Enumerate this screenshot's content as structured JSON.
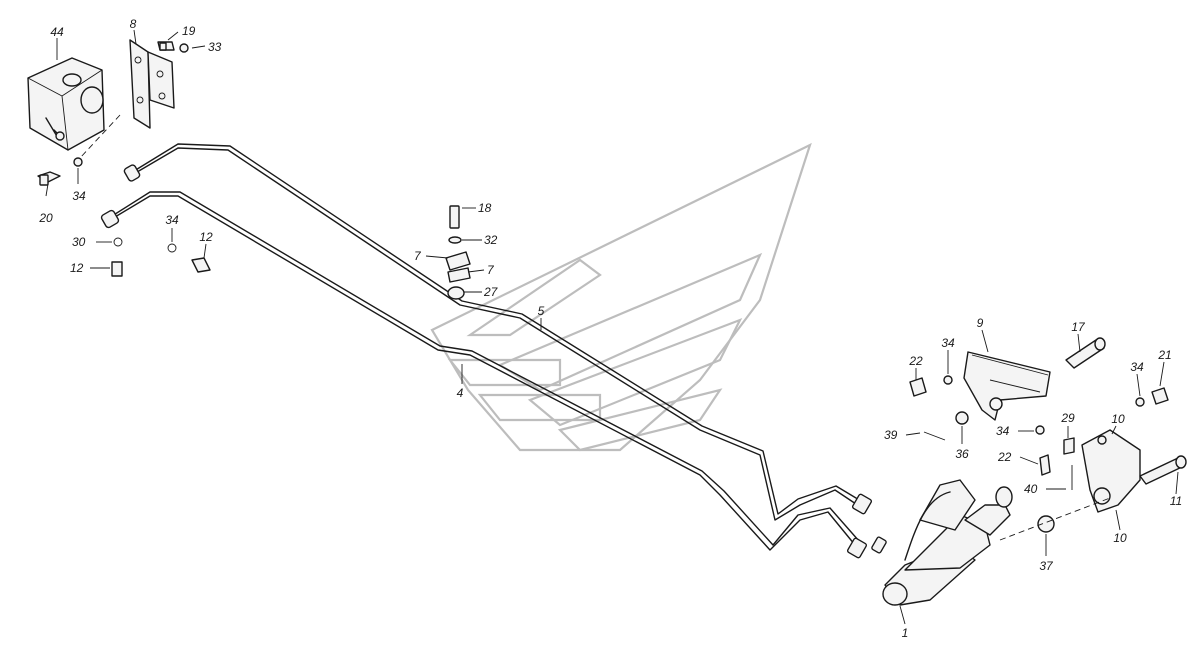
{
  "diagram": {
    "type": "exploded-parts-diagram",
    "callouts": [
      {
        "id": "c44",
        "text": "44"
      },
      {
        "id": "c8",
        "text": "8"
      },
      {
        "id": "c19",
        "text": "19"
      },
      {
        "id": "c33",
        "text": "33"
      },
      {
        "id": "c20",
        "text": "20"
      },
      {
        "id": "c34a",
        "text": "34"
      },
      {
        "id": "c30",
        "text": "30"
      },
      {
        "id": "c12a",
        "text": "12"
      },
      {
        "id": "c34b",
        "text": "34"
      },
      {
        "id": "c12b",
        "text": "12"
      },
      {
        "id": "c18",
        "text": "18"
      },
      {
        "id": "c32",
        "text": "32"
      },
      {
        "id": "c7a",
        "text": "7"
      },
      {
        "id": "c7b",
        "text": "7"
      },
      {
        "id": "c27",
        "text": "27"
      },
      {
        "id": "c5",
        "text": "5"
      },
      {
        "id": "c4",
        "text": "4"
      },
      {
        "id": "c9",
        "text": "9"
      },
      {
        "id": "c17",
        "text": "17"
      },
      {
        "id": "c22a",
        "text": "22"
      },
      {
        "id": "c34c",
        "text": "34"
      },
      {
        "id": "c34d",
        "text": "34"
      },
      {
        "id": "c21",
        "text": "21"
      },
      {
        "id": "c39",
        "text": "39"
      },
      {
        "id": "c36",
        "text": "36"
      },
      {
        "id": "c34e",
        "text": "34"
      },
      {
        "id": "c29",
        "text": "29"
      },
      {
        "id": "c10a",
        "text": "10"
      },
      {
        "id": "c22b",
        "text": "22"
      },
      {
        "id": "c40",
        "text": "40"
      },
      {
        "id": "c11",
        "text": "11"
      },
      {
        "id": "c10b",
        "text": "10"
      },
      {
        "id": "c37",
        "text": "37"
      },
      {
        "id": "c1",
        "text": "1"
      }
    ]
  },
  "colors": {
    "ink": "#1a1a1a",
    "watermark": "#bdbdbd",
    "background": "#ffffff"
  }
}
